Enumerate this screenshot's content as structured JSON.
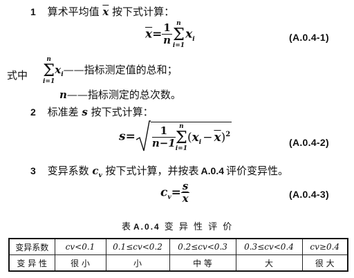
{
  "item1": {
    "num": "1",
    "text_before": "算术平均值",
    "symbol": "x",
    "text_after": "按下式计算：",
    "formula": {
      "lhs": "x",
      "equals": "=",
      "frac_num": "1",
      "frac_den": "n",
      "sum_top": "n",
      "sum_sym": "Σ",
      "sum_bottom": "i=1",
      "term": "x",
      "term_sub": "i"
    },
    "tag": "(A.0.4-1)"
  },
  "where": {
    "label": "式中",
    "def1": {
      "sum_top": "n",
      "sum_sym": "Σ",
      "sum_bottom": "i=1",
      "term": "x",
      "term_sub": "i",
      "text": "——指标测定值的总和；"
    },
    "def2": {
      "symbol": "n",
      "text": "——指标测定的总次数。"
    }
  },
  "item2": {
    "num": "2",
    "text_before": "标准差",
    "symbol": "s",
    "text_after": "按下式计算：",
    "formula": {
      "lhs": "s",
      "equals": "=",
      "frac_num": "1",
      "frac_den": "n−1",
      "sum_top": "n",
      "sum_sym": "Σ",
      "sum_bottom": "i=1",
      "open": "(",
      "term": "x",
      "term_sub": "i",
      "minus": "−",
      "xbar": "x",
      "close": ")",
      "power": "2"
    },
    "tag": "(A.0.4-2)"
  },
  "item3": {
    "num": "3",
    "text_before": "变异系数",
    "symbol": "c",
    "symbol_sub": "v",
    "text_mid": "按下式计算，并按表",
    "table_ref": "A.0.4",
    "text_after": "评价变异性。",
    "formula": {
      "lhs": "c",
      "lhs_sub": "v",
      "equals": "=",
      "frac_num": "s",
      "frac_den": "x"
    },
    "tag": "(A.0.4-3)"
  },
  "table": {
    "title_prefix": "表",
    "title_id": "A.0.4",
    "title_text": "变 异 性 评 价",
    "rows": [
      [
        "变异系数",
        "cv<0.1",
        "0.1≤cv<0.2",
        "0.2≤cv<0.3",
        "0.3≤cv<0.4",
        "cv≥0.4"
      ],
      [
        "变 异 性",
        "很 小",
        "小",
        "中 等",
        "大",
        "很 大"
      ]
    ]
  }
}
